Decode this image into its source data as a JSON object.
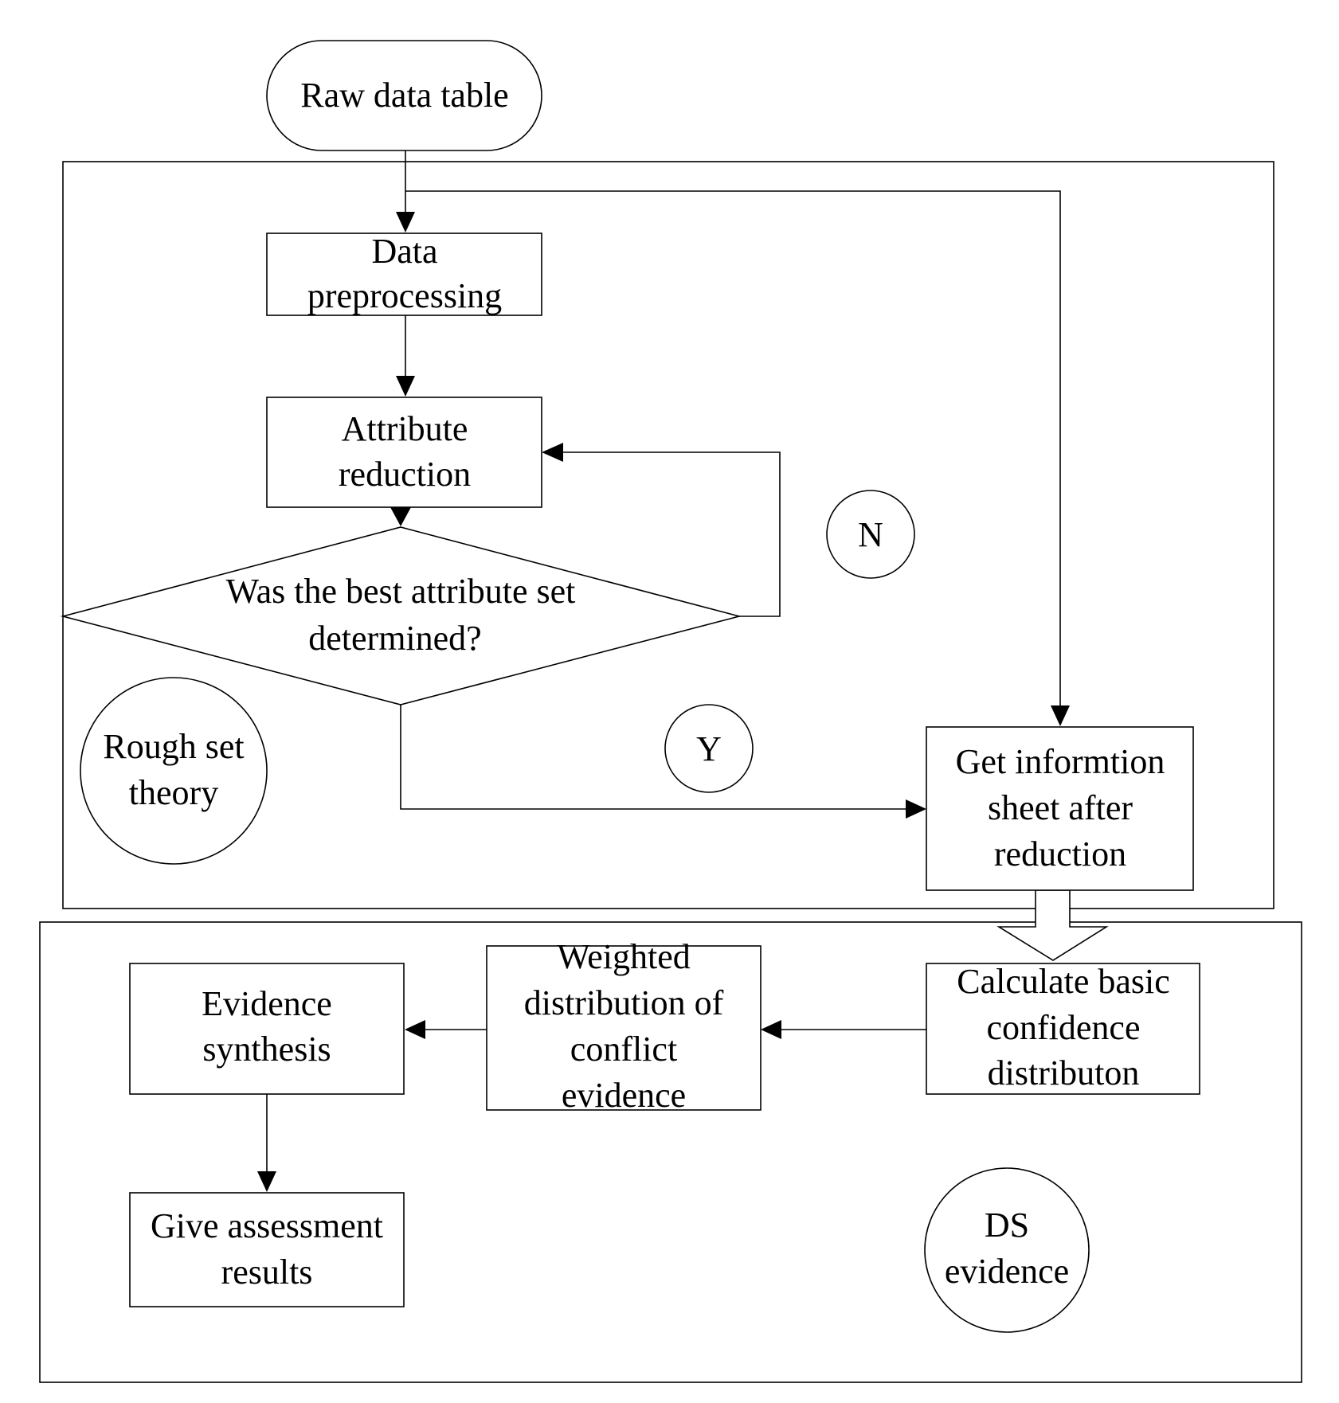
{
  "nodes": {
    "raw_data_table": "Raw data table",
    "data_preprocessing": [
      "Data",
      "preprocessing"
    ],
    "attribute_reduction": [
      "Attribute",
      "reduction"
    ],
    "decision": [
      "Was the best attribute set",
      "determined?"
    ],
    "get_information_sheet": [
      "Get informtion",
      "sheet after",
      "reduction"
    ],
    "calculate_basic_confidence": [
      "Calculate basic",
      "confidence",
      "distributon"
    ],
    "weighted_distribution": [
      "Weighted",
      "distribution of",
      "conflict",
      "evidence"
    ],
    "evidence_synthesis": [
      "Evidence",
      "synthesis"
    ],
    "give_assessment_results": [
      "Give assessment",
      "results"
    ]
  },
  "labels": {
    "n": "N",
    "y": "Y",
    "rough_set_theory": [
      "Rough set",
      "theory"
    ],
    "ds_evidence": [
      "DS",
      "evidence"
    ]
  }
}
